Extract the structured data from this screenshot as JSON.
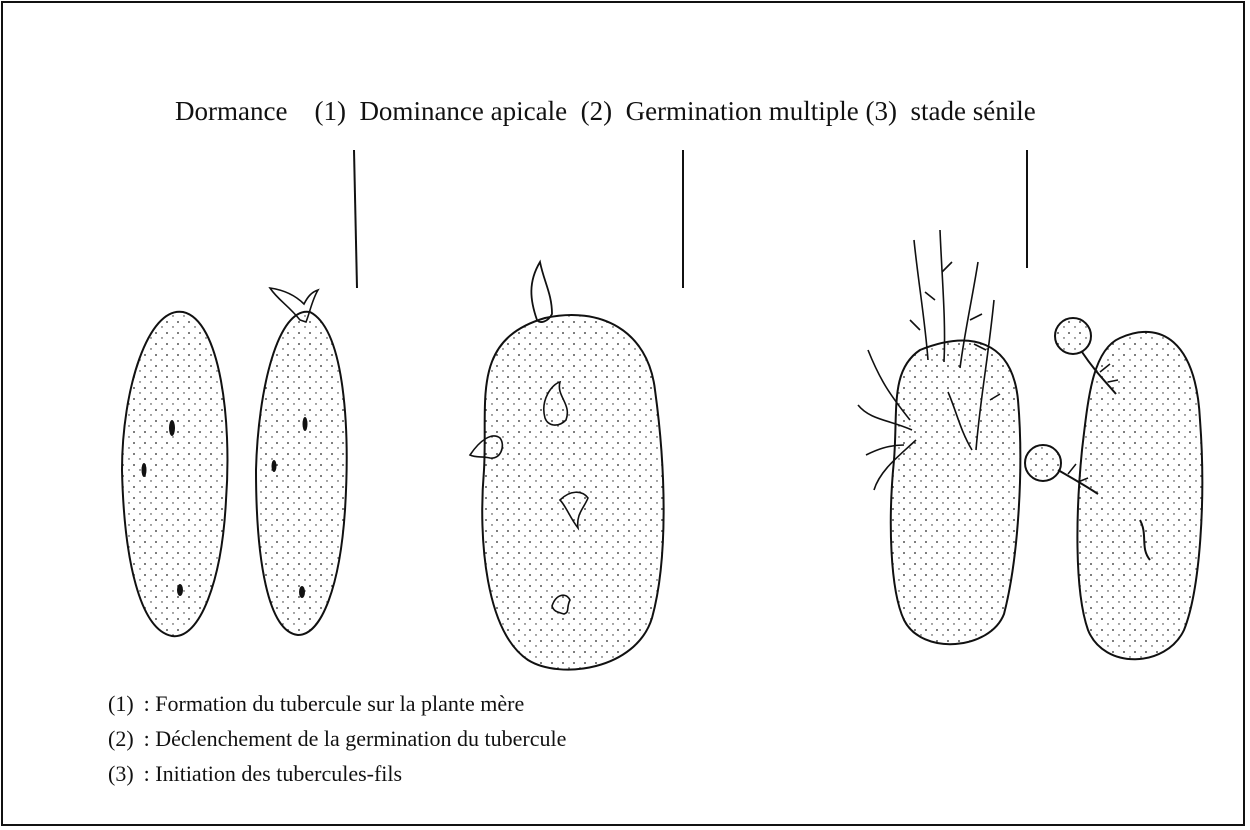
{
  "stages": [
    {
      "label": "Dormance"
    },
    {
      "num": "(1)"
    },
    {
      "label": "Dominance apicale"
    },
    {
      "num": "(2)"
    },
    {
      "label": "Germination multiple"
    },
    {
      "num": "(3)"
    },
    {
      "label": "stade sénile"
    }
  ],
  "legend": [
    {
      "num": "(1)",
      "text": ": Formation du tubercule sur la plante mère"
    },
    {
      "num": "(2)",
      "text": ": Déclenchement de la germination du tubercule"
    },
    {
      "num": "(3)",
      "text": ": Initiation des tubercules-fils"
    }
  ]
}
